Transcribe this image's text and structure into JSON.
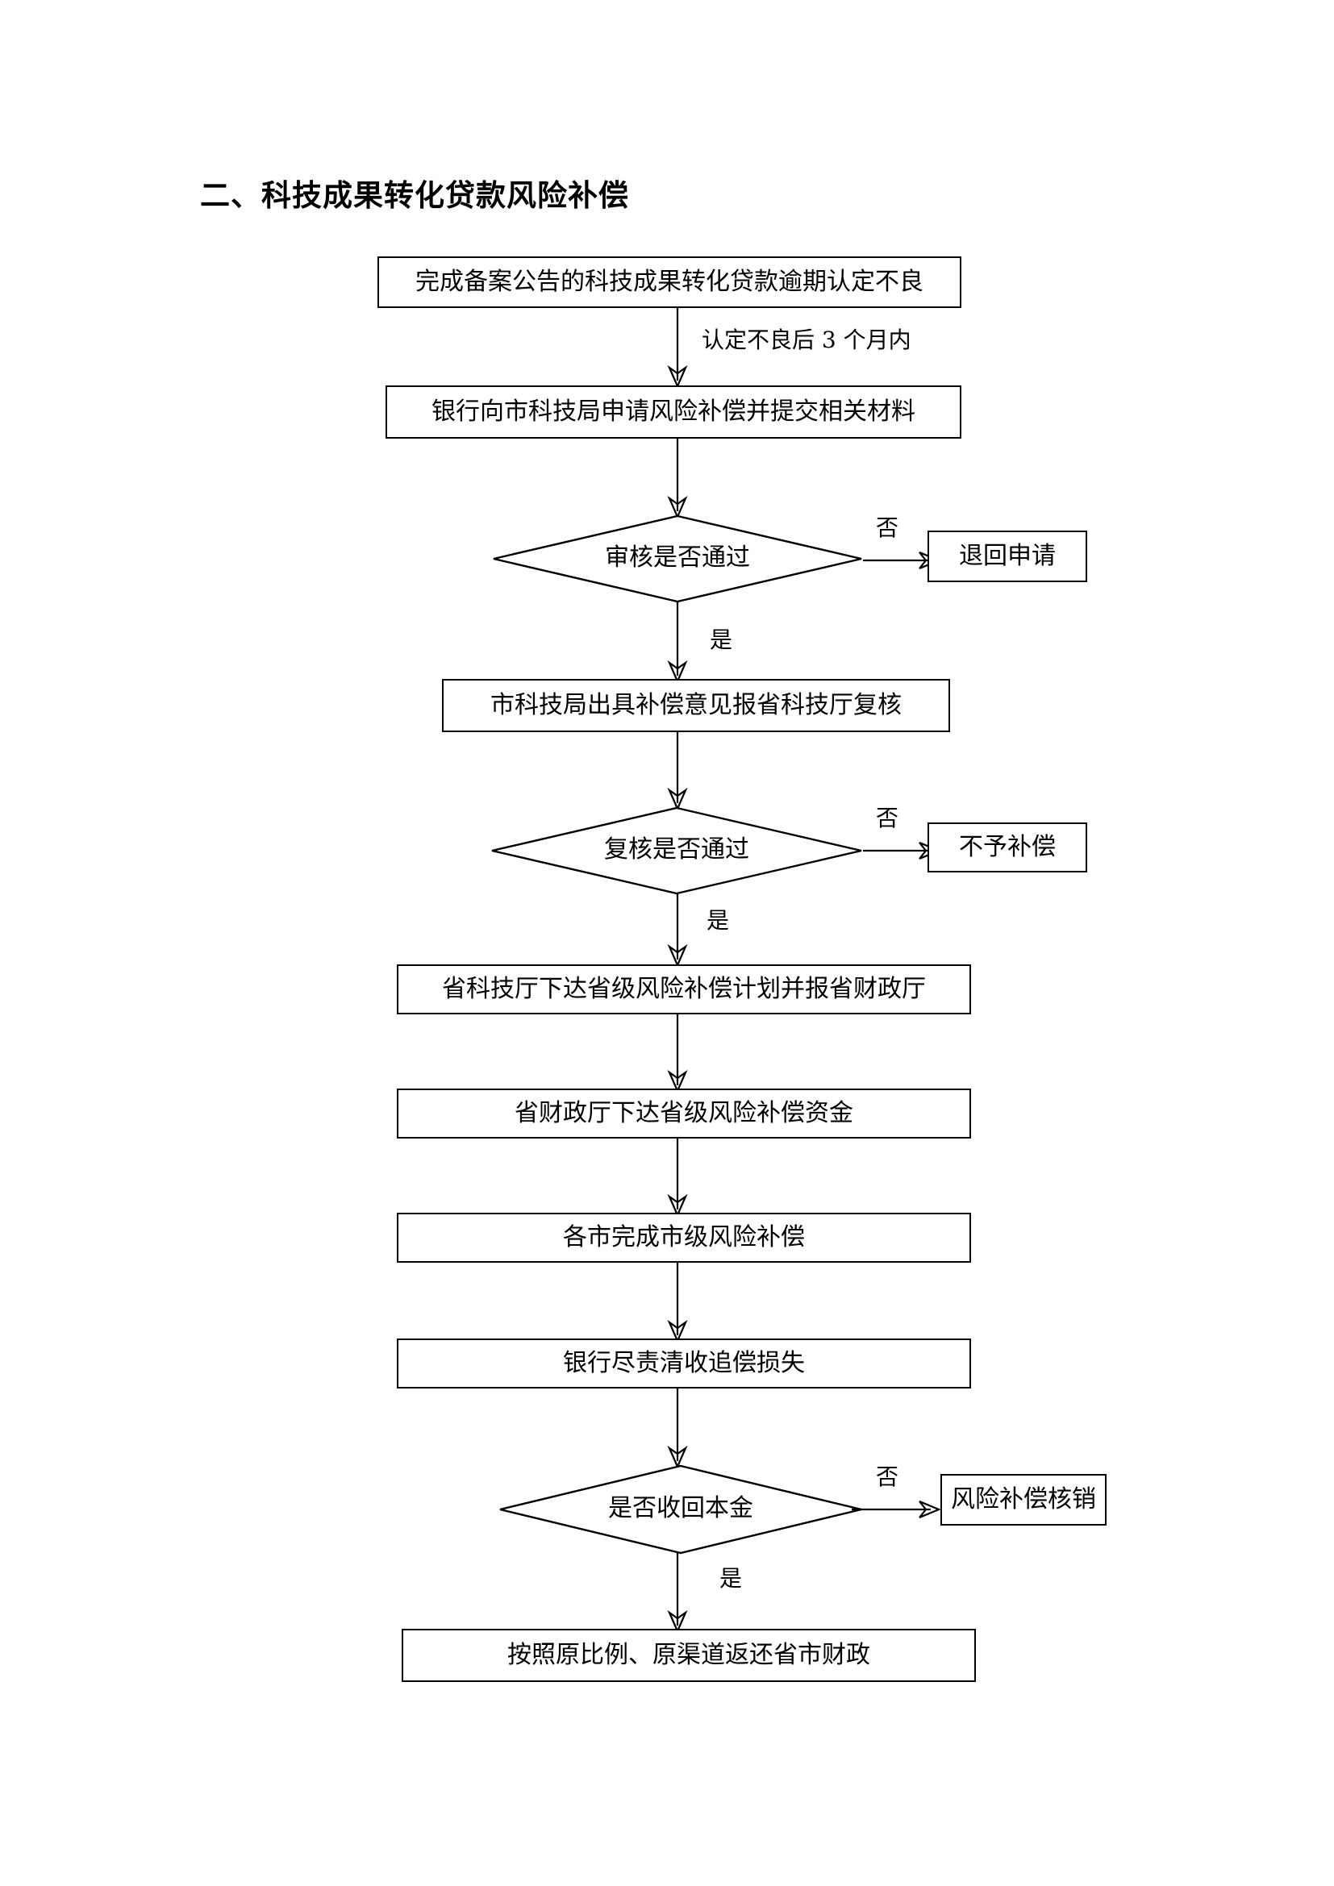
{
  "document": {
    "title": "二、科技成果转化贷款风险补偿"
  },
  "flowchart": {
    "type": "flowchart",
    "orientation": "top-to-bottom",
    "nodes": [
      {
        "id": "n1",
        "shape": "rectangle",
        "label": "完成备案公告的科技成果转化贷款逾期认定不良"
      },
      {
        "id": "n2",
        "shape": "rectangle",
        "label": "银行向市科技局申请风险补偿并提交相关材料"
      },
      {
        "id": "d1",
        "shape": "diamond",
        "label": "审核是否通过"
      },
      {
        "id": "r1",
        "shape": "rectangle",
        "label": "退回申请"
      },
      {
        "id": "n3",
        "shape": "rectangle",
        "label": "市科技局出具补偿意见报省科技厅复核"
      },
      {
        "id": "d2",
        "shape": "diamond",
        "label": "复核是否通过"
      },
      {
        "id": "r2",
        "shape": "rectangle",
        "label": "不予补偿"
      },
      {
        "id": "n4",
        "shape": "rectangle",
        "label": "省科技厅下达省级风险补偿计划并报省财政厅"
      },
      {
        "id": "n5",
        "shape": "rectangle",
        "label": "省财政厅下达省级风险补偿资金"
      },
      {
        "id": "n6",
        "shape": "rectangle",
        "label": "各市完成市级风险补偿"
      },
      {
        "id": "n7",
        "shape": "rectangle",
        "label": "银行尽责清收追偿损失"
      },
      {
        "id": "d3",
        "shape": "diamond",
        "label": "是否收回本金"
      },
      {
        "id": "r3",
        "shape": "rectangle",
        "label": "风险补偿核销"
      },
      {
        "id": "n8",
        "shape": "rectangle",
        "label": "按照原比例、原渠道返还省市财政"
      }
    ],
    "edges": [
      {
        "from": "n1",
        "to": "n2",
        "label": "认定不良后 3 个月内"
      },
      {
        "from": "n2",
        "to": "d1",
        "label": ""
      },
      {
        "from": "d1",
        "to": "r1",
        "label": "否"
      },
      {
        "from": "d1",
        "to": "n3",
        "label": "是"
      },
      {
        "from": "n3",
        "to": "d2",
        "label": ""
      },
      {
        "from": "d2",
        "to": "r2",
        "label": "否"
      },
      {
        "from": "d2",
        "to": "n4",
        "label": "是"
      },
      {
        "from": "n4",
        "to": "n5",
        "label": ""
      },
      {
        "from": "n5",
        "to": "n6",
        "label": ""
      },
      {
        "from": "n6",
        "to": "n7",
        "label": ""
      },
      {
        "from": "n7",
        "to": "d3",
        "label": ""
      },
      {
        "from": "d3",
        "to": "r3",
        "label": "否"
      },
      {
        "from": "d3",
        "to": "n8",
        "label": "是"
      }
    ],
    "edge_labels": {
      "three_months": "认定不良后 3 个月内",
      "no_1": "否",
      "yes_1": "是",
      "no_2": "否",
      "yes_2": "是",
      "no_3": "否",
      "yes_3": "是"
    },
    "colors": {
      "stroke": "#000000",
      "fill": "#ffffff",
      "text": "#000000"
    }
  }
}
